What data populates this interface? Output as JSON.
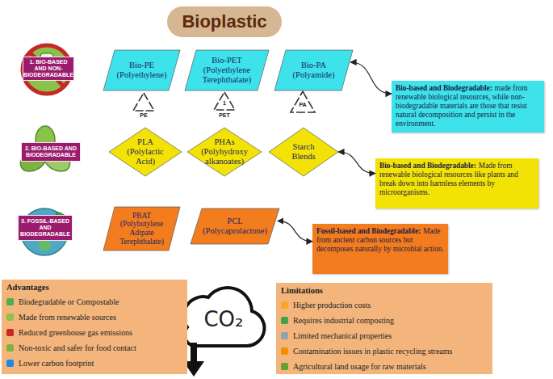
{
  "diagram": {
    "title": "Bioplastic",
    "nodes": [
      {
        "text": [
          "1. BIO-BASED AND NON-BIODEGRADABLE"
        ]
      },
      {
        "text": [
          "Bio-PE (Polyethylene)"
        ]
      },
      {
        "text": [
          "Bio-PET (Polyethylene Terephthalate)"
        ]
      },
      {
        "text": [
          "Bio-PA (Polyamide)"
        ]
      },
      {
        "text": [
          "Bio-based and Biodegradable:",
          "made from renewable biological resources, while non-biodegradable materials are those that resist natural decomposition and persist in the environment."
        ]
      },
      {
        "text": [
          "2. BIO-BASED AND BIODEGRADABLE"
        ]
      },
      {
        "text": [
          "PLA (Polylactic Acid)"
        ]
      },
      {
        "text": [
          "PHAs (Polyhydroxy alkanoates)"
        ]
      },
      {
        "text": [
          "Starch Blends"
        ]
      },
      {
        "text": [
          "Bio-based and Biodegradable:",
          "Made from renewable biological resources like plants and break down into harmless elements by microorganisms."
        ]
      },
      {
        "text": [
          "3. FOSSIL-BASED AND BIODEGRADABLE"
        ]
      },
      {
        "text": [
          "PBAT (Polybutylene Adipate Terephthalate)"
        ]
      },
      {
        "text": [
          "PCL (Polycaprolactone)"
        ]
      },
      {
        "text": [
          "Fossil-based and Biodegradable:",
          "Made from ancient carbon sources but decomposes naturally by microbial action."
        ]
      },
      {
        "text": [
          "Advantages",
          "Biodegradable or Compostable",
          "Made from renewable sources",
          "Reduced greenhouse gas emissions",
          "Non-toxic and safer for food contact",
          "Lower carbon footprint"
        ]
      },
      {
        "text": [
          "Limitations",
          "Higher production costs",
          "Requires industrial composting",
          "Limited mechanical properties",
          "Contamination issues in plastic recycling streams",
          "Agricultural land usage for raw materials"
        ]
      }
    ],
    "edges": [
      {
        "from": 3,
        "to": 4,
        "arrow": "both"
      },
      {
        "from": 8,
        "to": 9,
        "arrow": "both"
      },
      {
        "from": 12,
        "to": 13,
        "arrow": "both"
      }
    ],
    "labels": [
      "PE",
      "1",
      "PET",
      "PA",
      "CO₂"
    ]
  }
}
